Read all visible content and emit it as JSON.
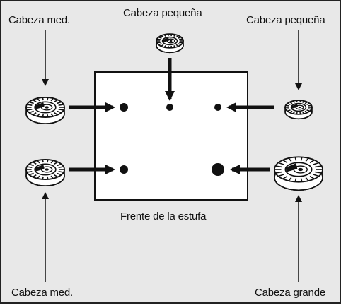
{
  "labels": {
    "top_left": "Cabeza med.",
    "top_center": "Cabeza pequeña",
    "top_right": "Cabeza pequeña",
    "bottom_left": "Cabeza med.",
    "bottom_right": "Cabeza grande",
    "stove_front": "Frente de la estufa"
  },
  "colors": {
    "background": "#e8e8e8",
    "stove": "#ffffff",
    "ink": "#111111"
  },
  "burner_heads": [
    {
      "position": "top-left",
      "size": "medium"
    },
    {
      "position": "top-center",
      "size": "small"
    },
    {
      "position": "top-right",
      "size": "small"
    },
    {
      "position": "bottom-left",
      "size": "medium"
    },
    {
      "position": "bottom-right",
      "size": "large"
    }
  ]
}
